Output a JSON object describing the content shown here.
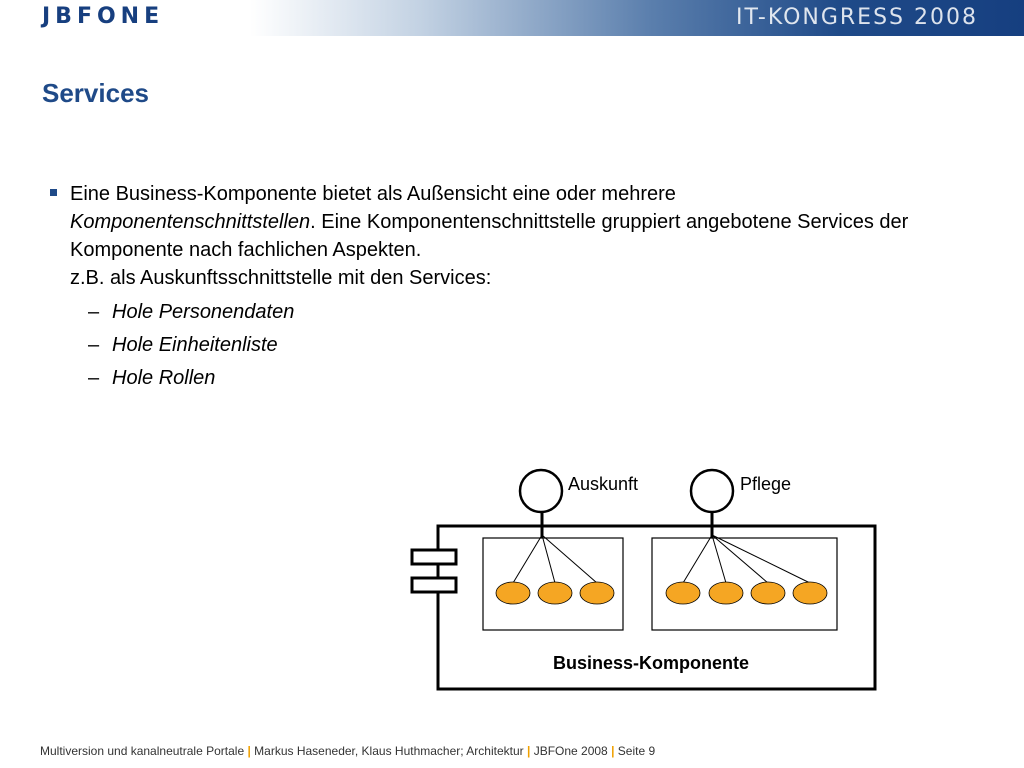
{
  "header": {
    "logo": "JBFONE",
    "event": "IT-KONGRESS 2008"
  },
  "slide": {
    "title": "Services",
    "bullet": {
      "part1": "Eine Business-Komponente bietet als Außensicht eine oder mehrere",
      "emphasis": "Komponentenschnittstellen",
      "part2": ". Eine Komponentenschnittstelle gruppiert angebotene Services der Komponente nach fachlichen Aspekten.",
      "part3": "z.B. als Auskunftsschnittstelle mit den Services:"
    },
    "subitems": [
      "Hole Personendaten",
      "Hole Einheitenliste",
      "Hole Rollen"
    ]
  },
  "diagram": {
    "interface_left": "Auskunft",
    "interface_right": "Pflege",
    "component_label": "Business-Komponente",
    "colors": {
      "service_fill": "#f5a623",
      "line": "#000000"
    }
  },
  "footer": {
    "part1": "Multiversion und kanalneutrale Portale",
    "part2": "Markus Haseneder, Klaus Huthmacher; Architektur",
    "part3": "JBFOne 2008",
    "part4": "Seite 9",
    "separator": "|"
  }
}
